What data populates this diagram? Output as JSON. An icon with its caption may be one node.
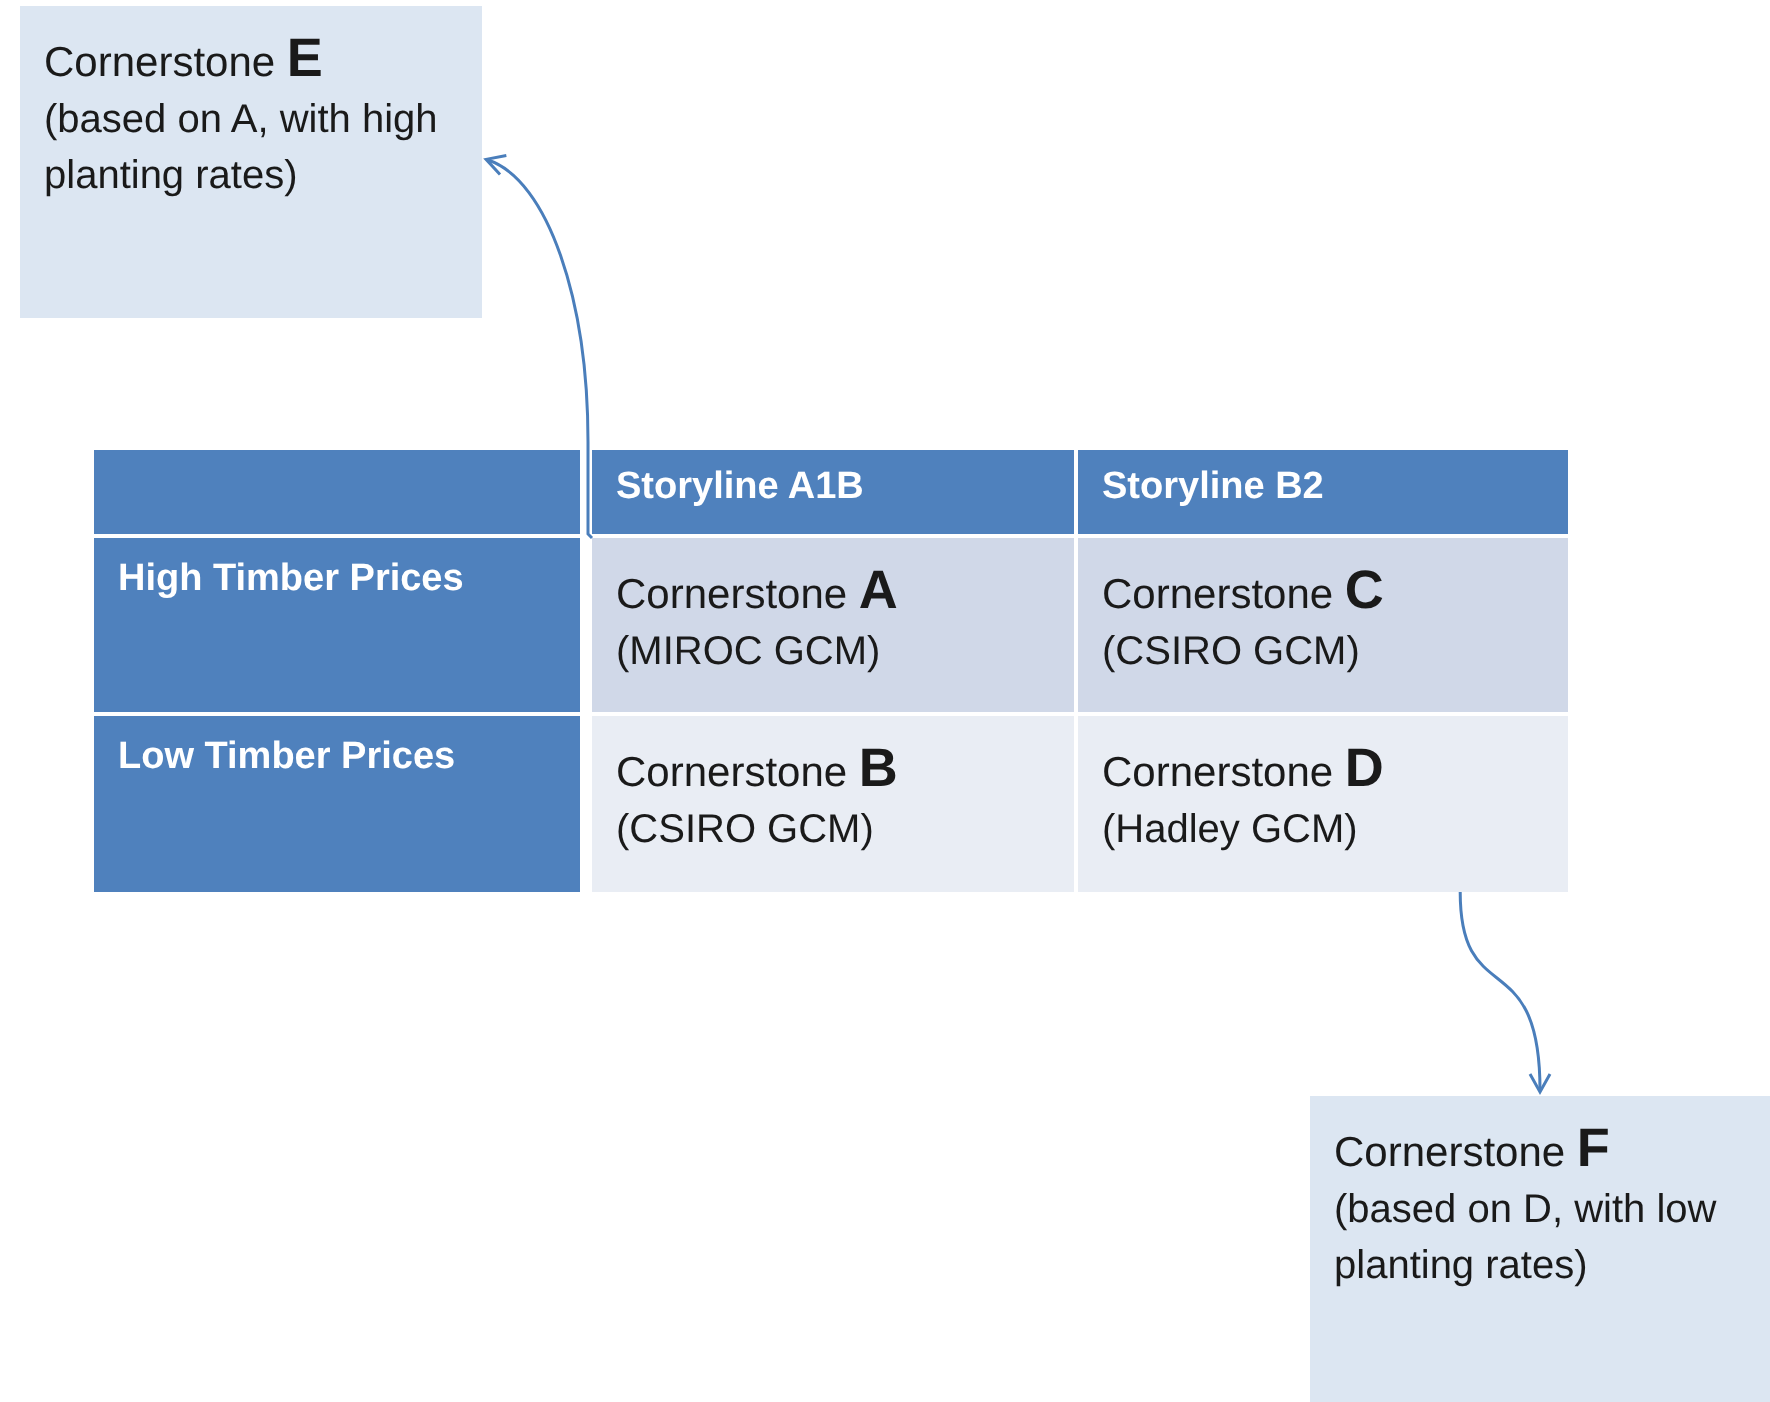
{
  "diagram": {
    "nodes": [
      {
        "text": [
          "Cornerstone **E**",
          "(based on A, with high planting rates)"
        ]
      },
      {
        "text": [],
        "shape": "box"
      },
      {
        "text": [
          "Storyline A1B"
        ]
      },
      {
        "text": [
          "Storyline B2"
        ]
      },
      {
        "text": [
          "High Timber Prices"
        ]
      },
      {
        "text": [
          "Cornerstone **A**",
          "(MIROC GCM)"
        ]
      },
      {
        "text": [
          "Cornerstone **C**",
          "(CSIRO GCM)"
        ]
      },
      {
        "text": [
          "Low Timber Prices"
        ]
      },
      {
        "text": [
          "Cornerstone **B**",
          "(CSIRO GCM)"
        ]
      },
      {
        "text": [
          "Cornerstone **D**",
          "(Hadley GCM)"
        ]
      },
      {
        "text": [
          "Cornerstone **F**",
          "(based on D, with low planting rates)"
        ]
      }
    ],
    "edges": [
      {
        "from": 5,
        "to": 0,
        "arrow": "to"
      },
      {
        "from": 9,
        "to": 10,
        "arrow": "to"
      }
    ]
  }
}
